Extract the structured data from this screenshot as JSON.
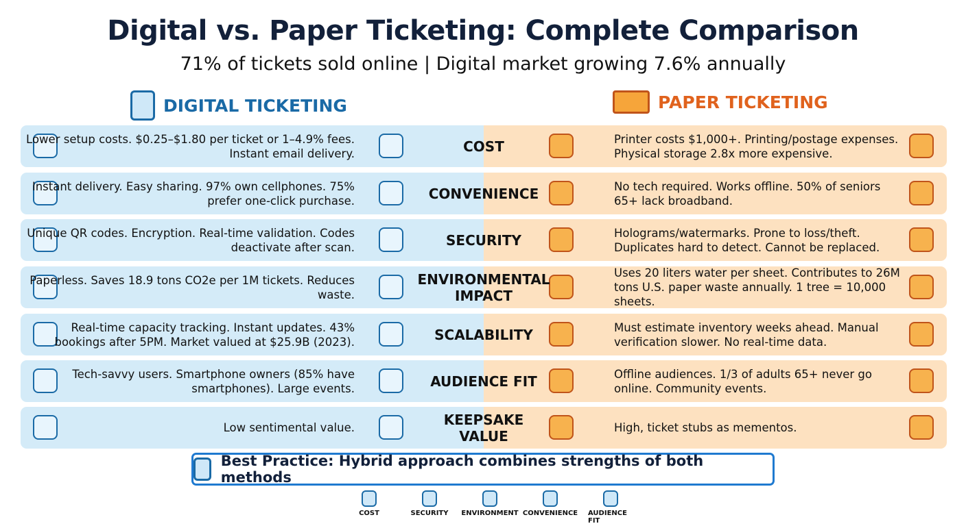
{
  "title": "Digital vs. Paper Ticketing: Complete Comparison",
  "subtitle": "71% of tickets sold online | Digital market growing 7.6% annually",
  "digital_heading": "DIGITAL TICKETING",
  "paper_heading": "PAPER TICKETING",
  "colors": {
    "digital_bg": "#d4ebf8",
    "paper_bg": "#fde1c0",
    "digital_accent": "#1a6aa6",
    "paper_accent": "#e0621d"
  },
  "rows": [
    {
      "category": "COST",
      "digital": "Lower setup costs. $0.25–$1.80 per ticket or 1–4.9% fees. Instant email delivery.",
      "paper": "Printer costs $1,000+. Printing/postage expenses. Physical storage 2.8x more expensive.",
      "icons": [
        "email-money-icon",
        "coins-down-icon",
        "money-up-icon",
        "printer-icon",
        "postbox-icon"
      ]
    },
    {
      "category": "CONVENIENCE",
      "digital": "Instant delivery. Easy sharing. 97% own cellphones. 75% prefer one-click purchase.",
      "paper": "No tech required. Works offline. 50% of seniors 65+ lack broadband.",
      "icons": [
        "share-icon",
        "clock-phone-icon",
        "hand-ticket-icon",
        "no-wifi-senior-icon"
      ]
    },
    {
      "category": "SECURITY",
      "digital": "Unique QR codes. Encryption. Real-time validation. Codes deactivate after scan.",
      "paper": "Holograms/watermarks. Prone to loss/theft. Duplicates hard to detect. Cannot be replaced.",
      "icons": [
        "qr-check-icon",
        "shield-lock-icon",
        "magnifier-document-icon",
        "torn-ticket-icon"
      ]
    },
    {
      "category": "ENVIRONMENTAL IMPACT",
      "digital": "Paperless. Saves 18.9 tons CO2e per 1M tickets. Reduces waste.",
      "paper": "Uses 20 liters water per sheet. Contributes to 26M tons U.S. paper waste annually. 1 tree = 10,000 sheets.",
      "icons": [
        "globe-recycle-icon",
        "leaf-icon",
        "tree-icon",
        "water-stump-icon"
      ]
    },
    {
      "category": "SCALABILITY",
      "digital": "Real-time capacity tracking. Instant updates. 43% bookings after 5PM. Market valued at $25.9B (2023).",
      "paper": "Must estimate inventory weeks ahead. Manual verification slower. No real-time data.",
      "icons": [
        "dashboard-icon",
        "chart-up-icon",
        "chart-down-icon",
        "clipboard-x-icon"
      ]
    },
    {
      "category": "AUDIENCE FIT",
      "digital": "Tech-savvy users. Smartphone owners (85% have smartphones). Large events.",
      "paper": "Offline audiences. 1/3 of adults 65+ never go online. Community events.",
      "icons": [
        "phone-hand-icon",
        "users-icon",
        "seniors-icon",
        "senior-laptop-icon"
      ]
    },
    {
      "category": "KEEPSAKE VALUE",
      "digital": "Low sentimental value.",
      "paper": "High, ticket stubs as mementos.",
      "icons": [
        "image-file-icon",
        "cloud-x-icon",
        "framed-ticket-icon",
        "framed-ticket-icon"
      ]
    }
  ],
  "best_practice": "Best Practice: Hybrid approach combines strengths of both methods",
  "legend": [
    "COST",
    "SECURITY",
    "ENVIRONMENT",
    "CONVENIENCE",
    "AUDIENCE FIT"
  ]
}
